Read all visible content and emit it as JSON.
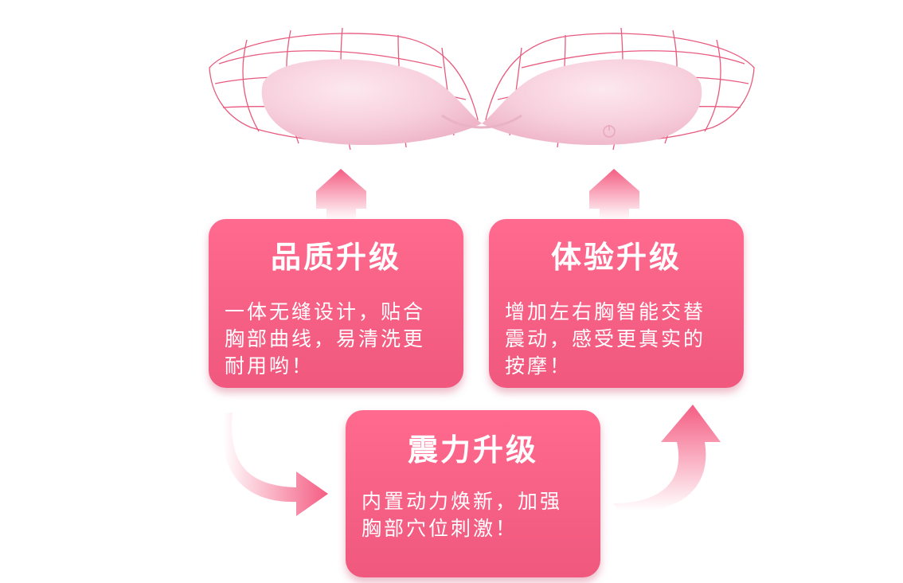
{
  "product": {
    "name_icon": "bra-device-illustration",
    "power_icon": "power-icon"
  },
  "cards": {
    "quality": {
      "title": "品质升级",
      "lines": [
        "一体无缝设计，贴合",
        "胸部曲线，易清洗更",
        "耐用哟！"
      ]
    },
    "experience": {
      "title": "体验升级",
      "lines": [
        "增加左右胸智能交替",
        "震动，感受更真实的",
        "按摩！"
      ]
    },
    "vibration": {
      "title": "震力升级",
      "lines": [
        "内置动力焕新，加强",
        "胸部穴位刺激！"
      ]
    }
  },
  "colors": {
    "card": "#f45d83",
    "arrow": "#f45d83",
    "wireframe": "#e85a7e",
    "device": "#f7c9d8"
  }
}
